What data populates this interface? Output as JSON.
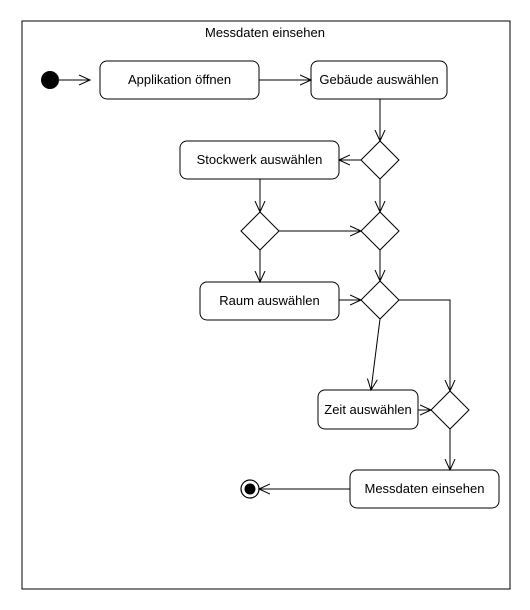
{
  "diagram": {
    "title": "Messdaten einsehen",
    "activities": {
      "open_app": "Applikation öffnen",
      "select_building": "Gebäude auswählen",
      "select_floor": "Stockwerk auswählen",
      "select_room": "Raum auswählen",
      "select_time": "Zeit auswählen",
      "view_data": "Messdaten einsehen"
    }
  }
}
